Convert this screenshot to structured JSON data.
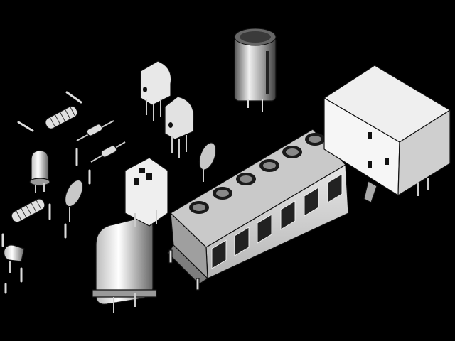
{
  "scene": {
    "background": "#000000",
    "component_names": [
      "terminal-block",
      "relay",
      "electrolytic-capacitor",
      "crystal-oscillator",
      "transistor",
      "resistor",
      "ceramic-capacitor",
      "led",
      "inductor",
      "wire-lead"
    ]
  }
}
